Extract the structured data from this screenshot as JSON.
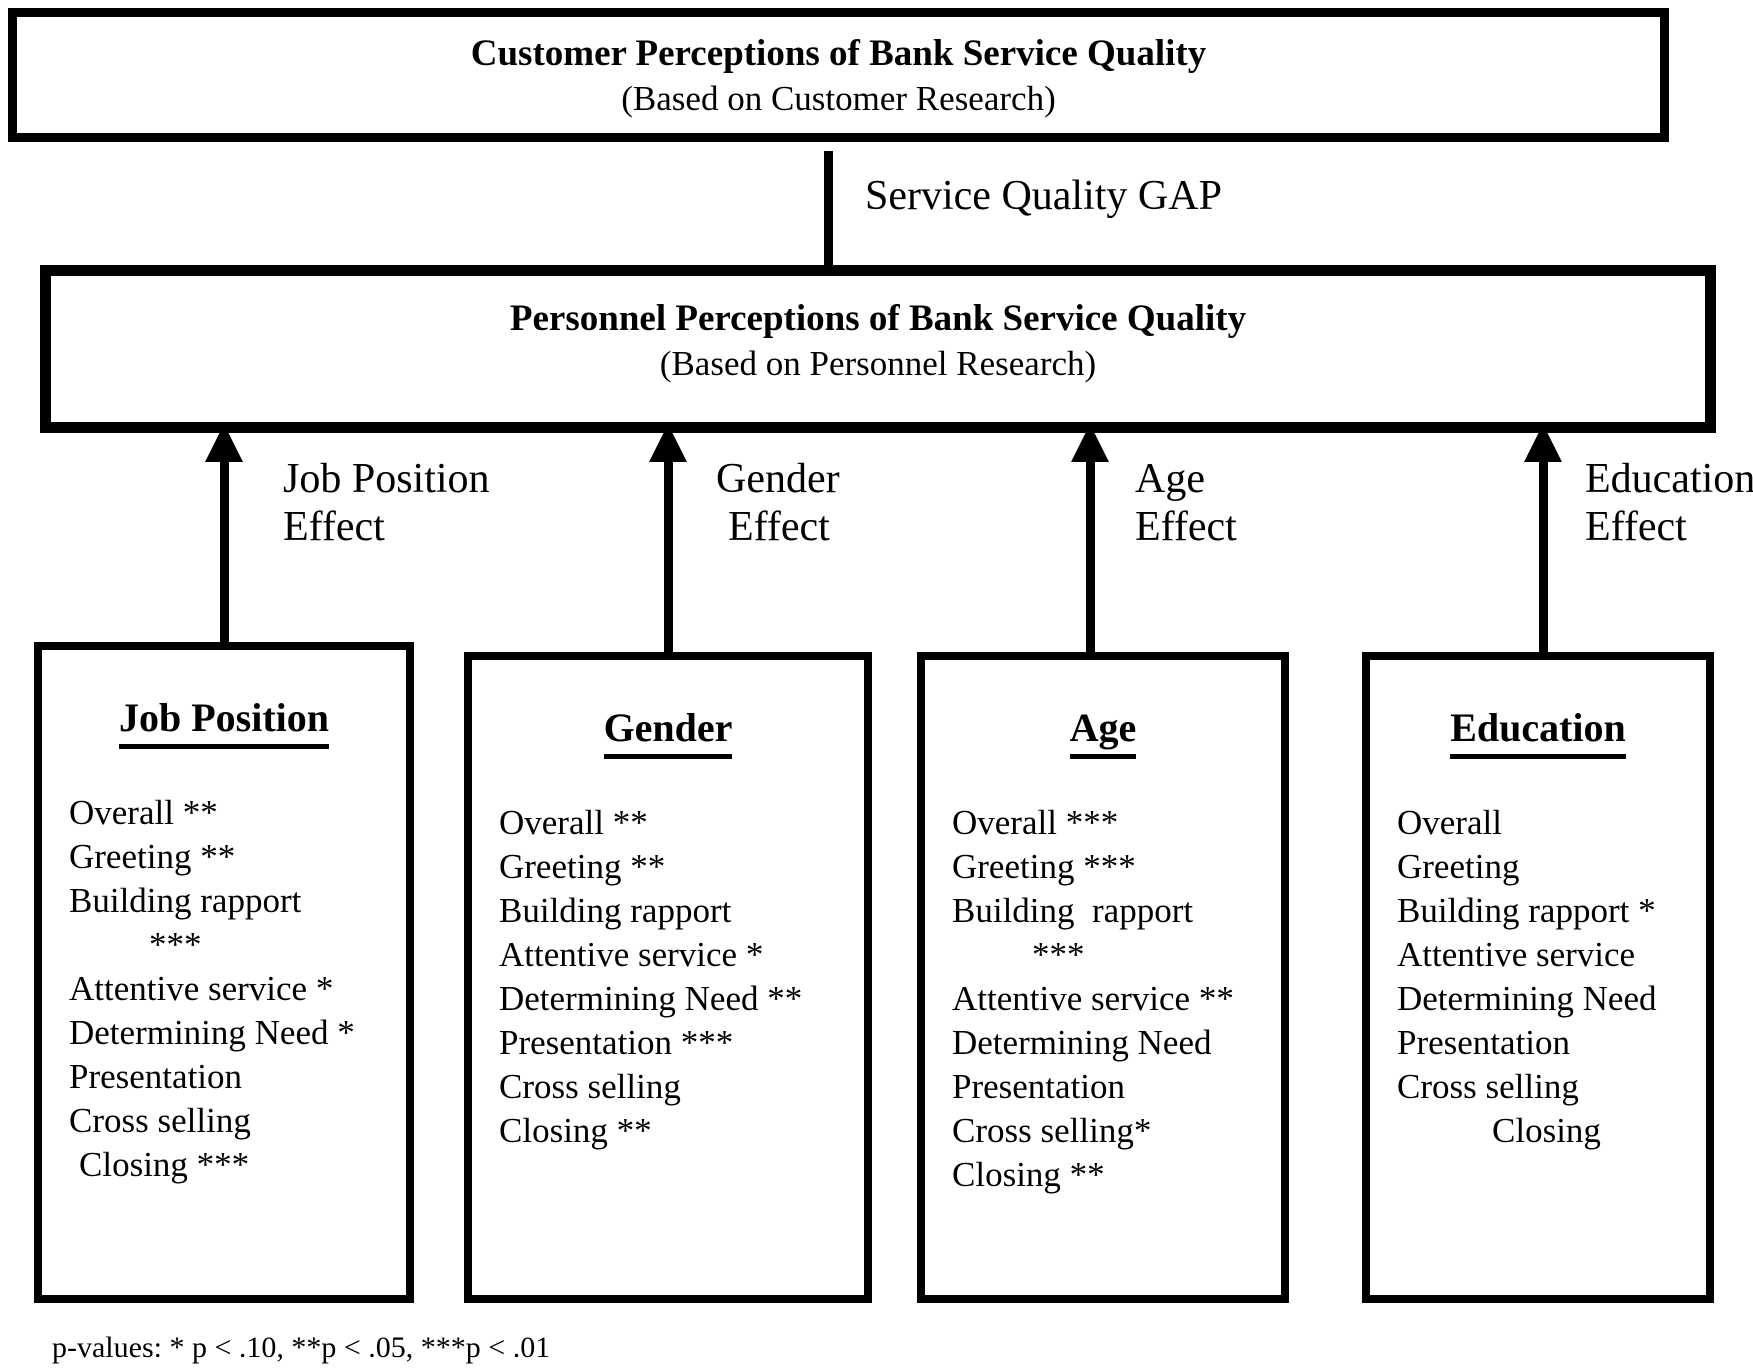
{
  "colors": {
    "ink": "#000000",
    "background": "#ffffff"
  },
  "customer_box": {
    "title": "Customer Perceptions of Bank Service Quality",
    "subtitle": "(Based on Customer Research)"
  },
  "gap_label": "Service Quality GAP",
  "personnel_box": {
    "title": "Personnel Perceptions of Bank Service Quality",
    "subtitle": "(Based on Personnel Research)"
  },
  "effects": [
    {
      "line1": "Job Position",
      "line2": "Effect"
    },
    {
      "line1": "Gender",
      "line2": "Effect"
    },
    {
      "line1": "Age",
      "line2": "Effect"
    },
    {
      "line1": "Education",
      "line2": "Effect"
    }
  ],
  "factor_boxes": [
    {
      "title": "Job Position",
      "items": [
        "Overall **",
        "Greeting **",
        "Building rapport",
        "***",
        "Attentive service *",
        "Determining Need *",
        "Presentation",
        "Cross selling",
        "Closing ***"
      ]
    },
    {
      "title": "Gender",
      "items": [
        "Overall **",
        "Greeting **",
        "Building rapport",
        "Attentive service *",
        "Determining Need **",
        "Presentation ***",
        "Cross selling",
        "Closing **"
      ]
    },
    {
      "title": "Age",
      "items": [
        "Overall ***",
        "Greeting ***",
        "Building  rapport",
        "***",
        "Attentive service **",
        "Determining Need",
        "Presentation",
        "Cross selling*",
        "Closing **"
      ]
    },
    {
      "title": "Education",
      "items": [
        "Overall",
        "Greeting",
        "Building rapport *",
        "Attentive service",
        "Determining Need",
        "Presentation",
        "Cross selling",
        "Closing"
      ]
    }
  ],
  "footnote": "p-values: * p < .10, **p < .05, ***p < .01"
}
